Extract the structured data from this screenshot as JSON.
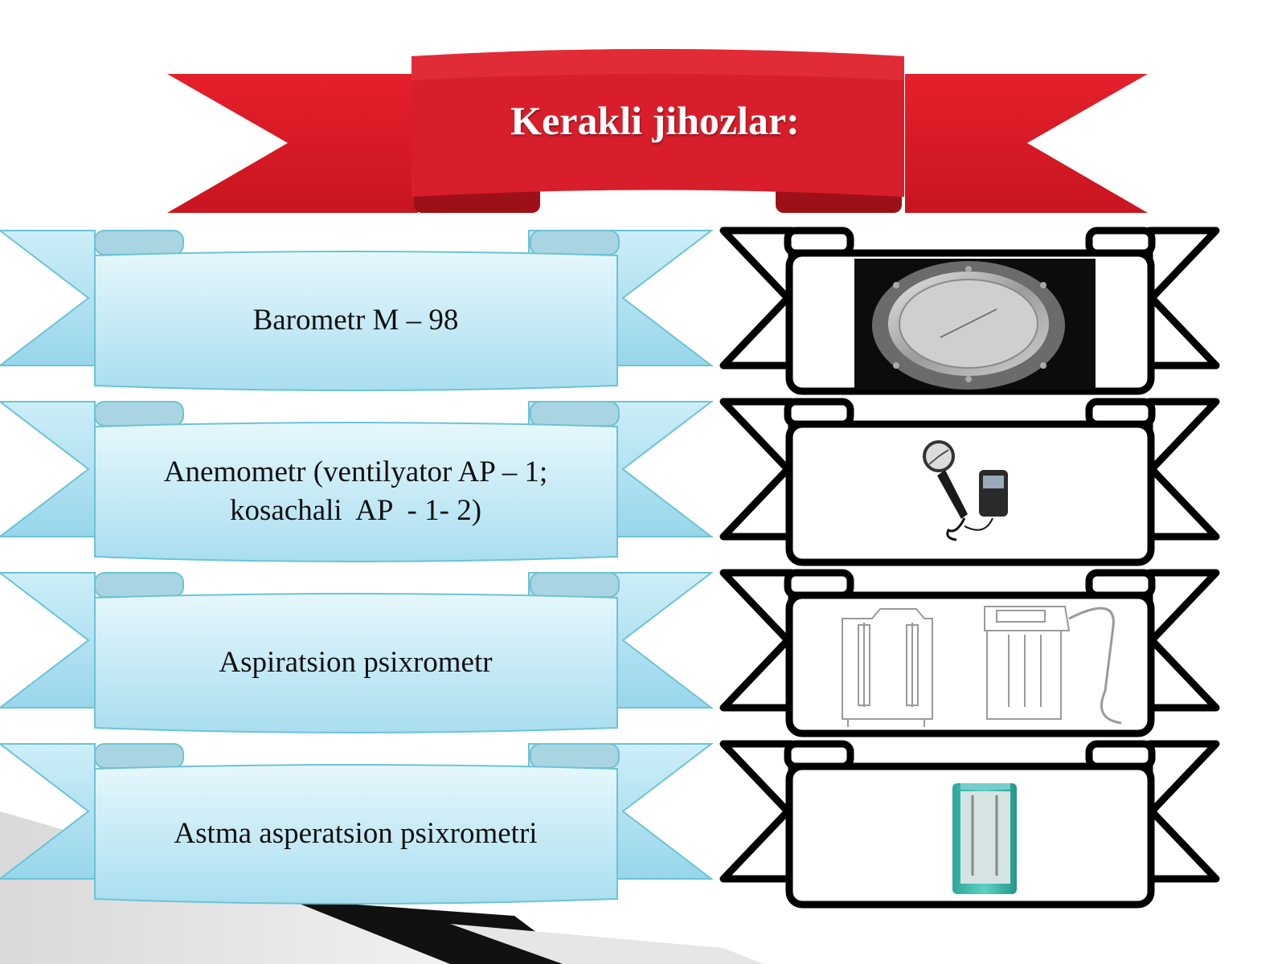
{
  "slide": {
    "title": "Kerakli jihozlar:",
    "items": [
      {
        "lines": [
          "Barometr M – 98"
        ],
        "image": "barometer-photo"
      },
      {
        "lines": [
          "Anemometr (ventilyator AP – 1;",
          "kosachali  AP  - 1- 2)"
        ],
        "image": "anemometer-photo"
      },
      {
        "lines": [
          "Aspiratsion psixrometr"
        ],
        "image": "psychrometer-drawing"
      },
      {
        "lines": [
          "Astma asperatsion psixrometri"
        ],
        "image": "assmann-psychrometer-photo"
      }
    ]
  },
  "colors": {
    "title_ribbon": "#d91e2b",
    "title_ribbon_dark": "#9e1018",
    "item_ribbon": "#b9e6f4",
    "item_ribbon_border": "#6cc3d5",
    "image_ribbon_border": "#000000"
  }
}
